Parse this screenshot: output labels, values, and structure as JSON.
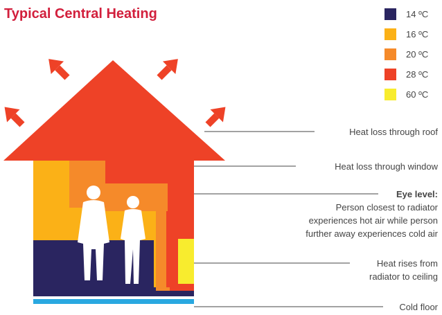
{
  "title": "Typical Central Heating",
  "legend": [
    {
      "label": "14 ºC",
      "color": "#2a2560"
    },
    {
      "label": "16 ºC",
      "color": "#fbb117"
    },
    {
      "label": "20 ºC",
      "color": "#f58a2a"
    },
    {
      "label": "28 ºC",
      "color": "#ee4227"
    },
    {
      "label": "60 ºC",
      "color": "#f8ec2e"
    }
  ],
  "floor_color": "#29a8e0",
  "callouts": {
    "roof": "Heat loss through roof",
    "window": "Heat loss through window",
    "eye_level_title": "Eye level:",
    "eye_level_line1": "Person closest to radiator",
    "eye_level_line2": "experiences hot air while person",
    "eye_level_line3": "further away experiences cold air",
    "heat_rises_line1": "Heat rises from",
    "heat_rises_line2": "radiator to ceiling",
    "floor": "Cold floor"
  }
}
